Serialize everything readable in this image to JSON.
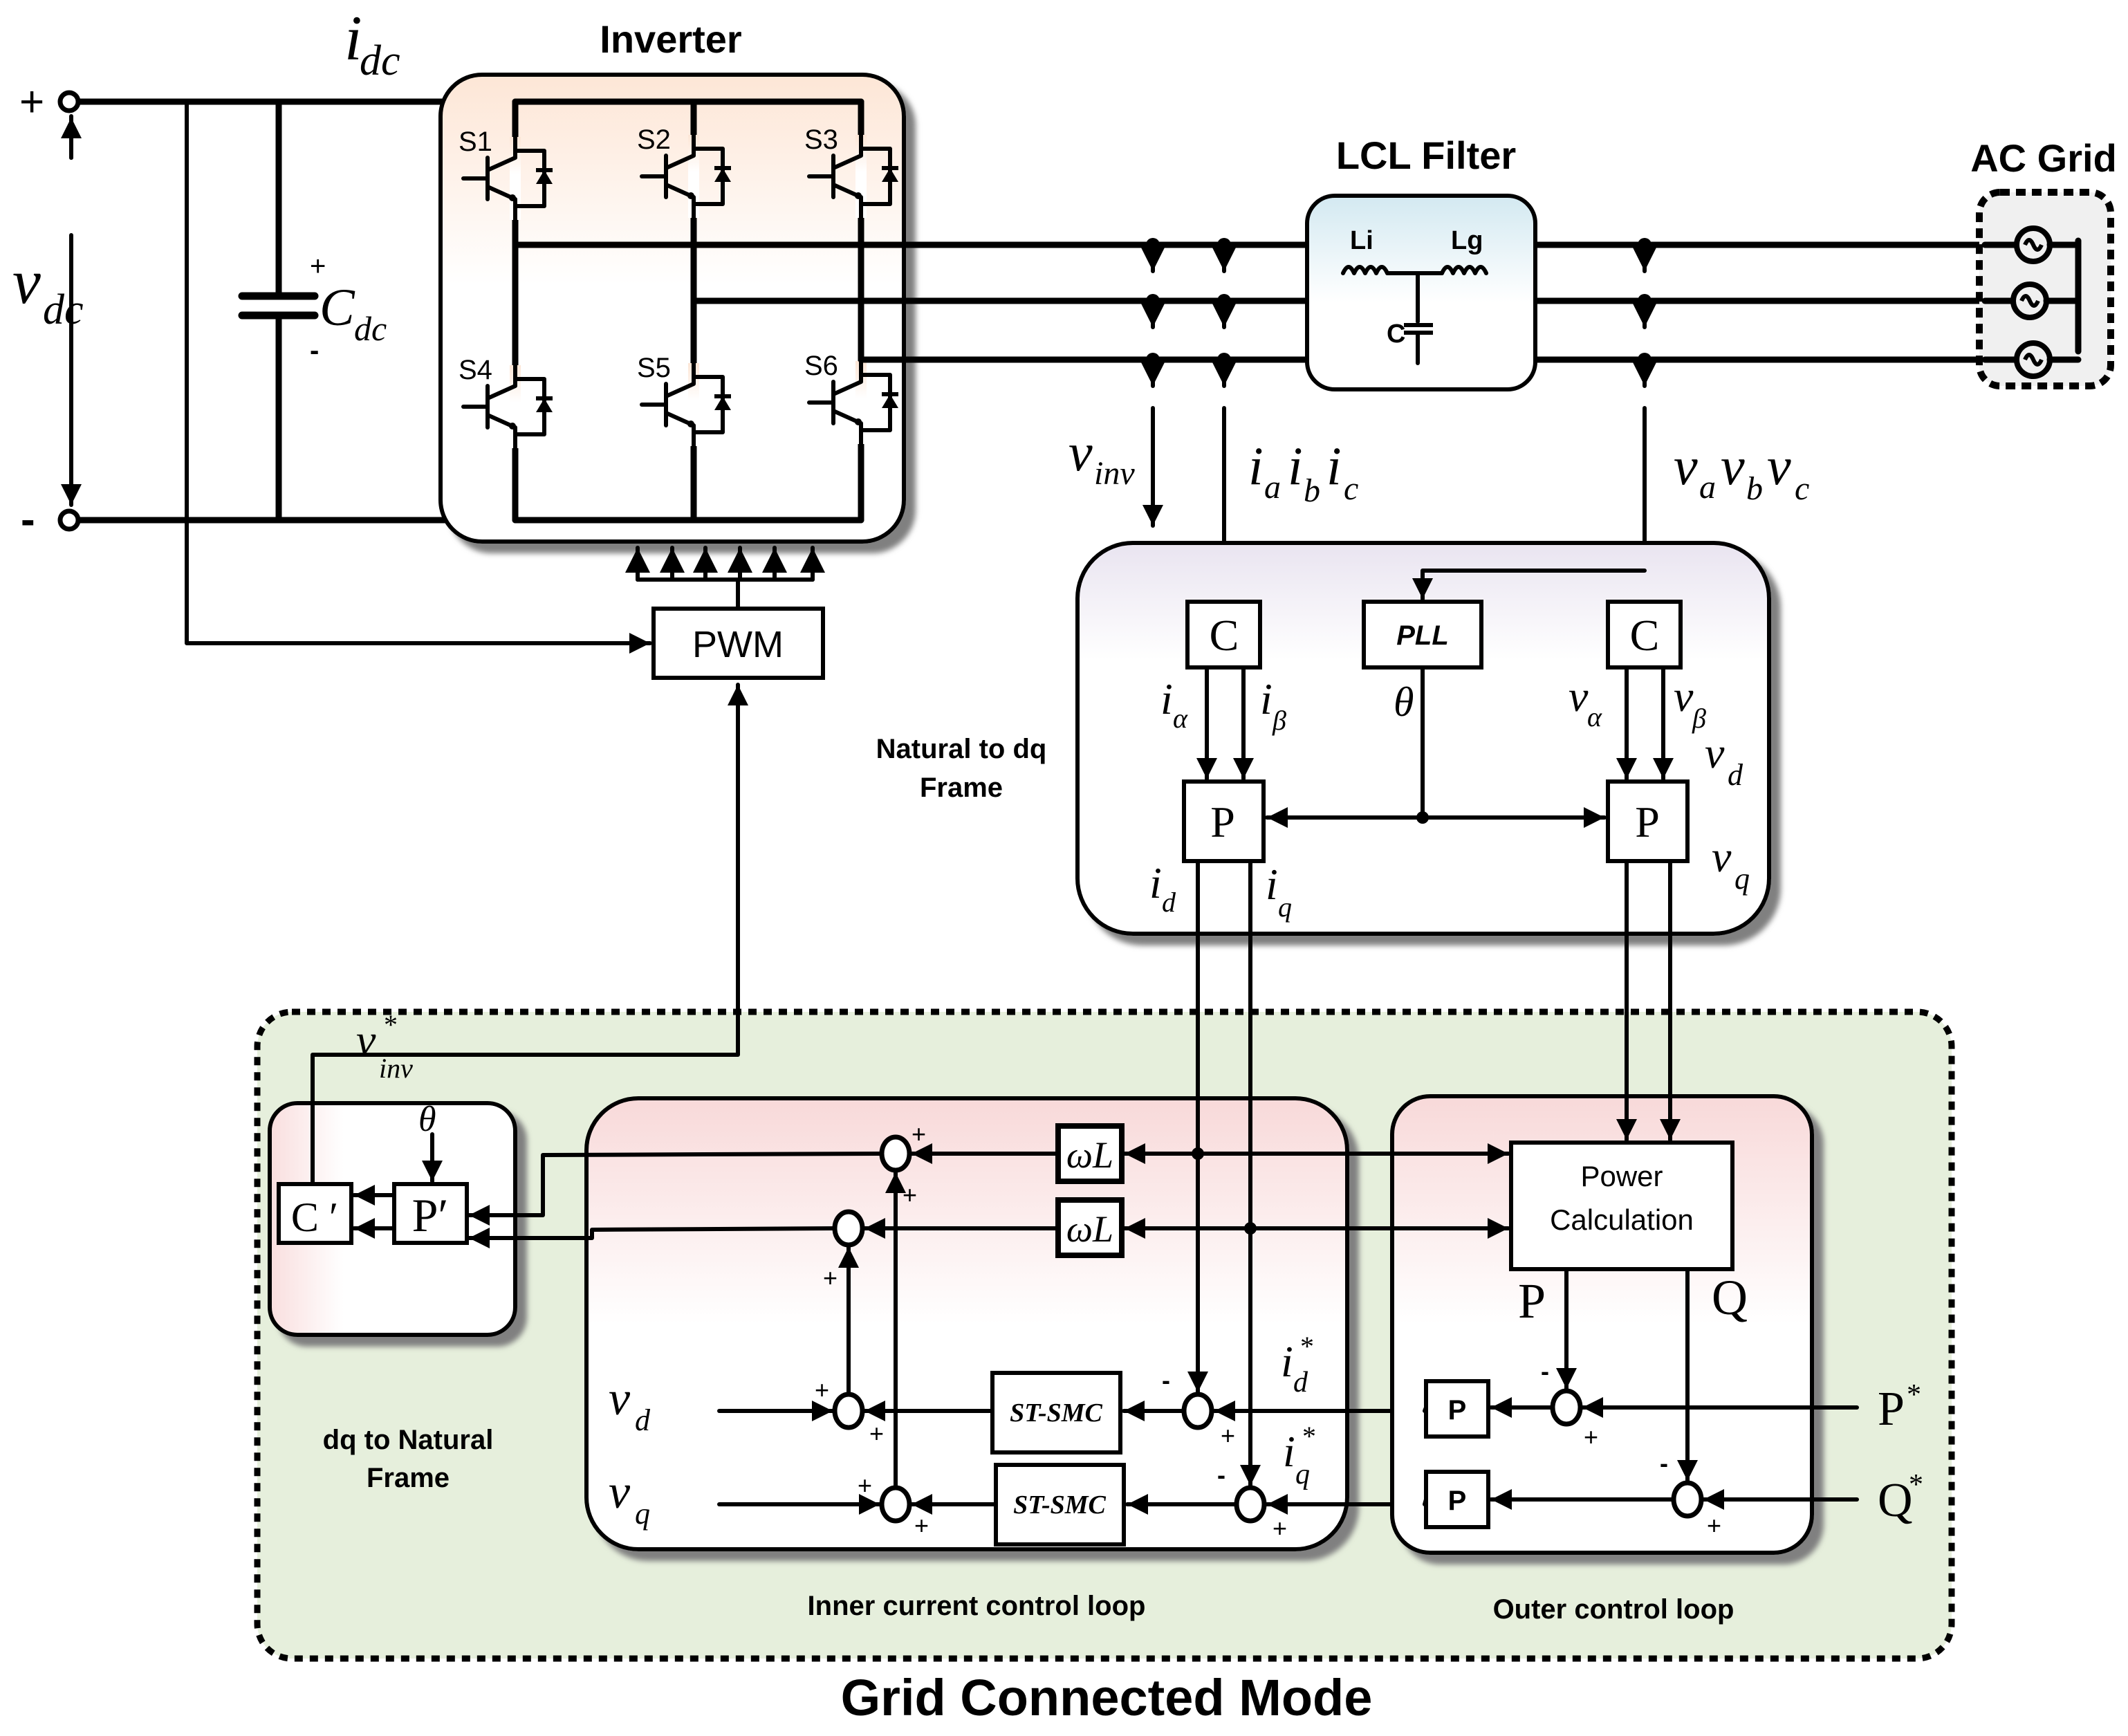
{
  "figure": {
    "title": "Grid Connected Mode",
    "dc_side": {
      "current_label": "i",
      "current_sub": "dc",
      "voltage_label": "v",
      "voltage_sub": "dc",
      "plus_terminal": "+",
      "minus_terminal": "-",
      "capacitor_label": "C",
      "capacitor_sub": "dc",
      "cap_plus": "+",
      "cap_minus": "-"
    },
    "inverter": {
      "title": "Inverter",
      "switches": [
        "S1",
        "S2",
        "S3",
        "S4",
        "S5",
        "S6"
      ],
      "fill_color": "#fde9dc"
    },
    "pwm": {
      "label": "PWM"
    },
    "lcl_filter": {
      "title": "LCL Filter",
      "inductor_inverter": "Li",
      "inductor_grid": "Lg",
      "capacitor": "C",
      "fill_color": "#d6ebf2"
    },
    "ac_grid": {
      "title": "AC Grid",
      "fill_color": "#f0f0f0"
    },
    "measurements": {
      "v_inv": {
        "main": "v",
        "sub": "inv"
      },
      "currents": [
        {
          "main": "i",
          "sub": "a"
        },
        {
          "main": "i",
          "sub": "b"
        },
        {
          "main": "i",
          "sub": "c"
        }
      ],
      "voltages": [
        {
          "main": "v",
          "sub": "a"
        },
        {
          "main": "v",
          "sub": "b"
        },
        {
          "main": "v",
          "sub": "c"
        }
      ]
    },
    "natural_to_dq": {
      "title_line1": "Natural to dq",
      "title_line2": "Frame",
      "clarke_i": "C",
      "clarke_v": "C",
      "pll": "PLL",
      "park_i": "P",
      "park_v": "P",
      "theta": "θ",
      "i_alpha": {
        "main": "i",
        "sub": "α"
      },
      "i_beta": {
        "main": "i",
        "sub": "β"
      },
      "v_alpha": {
        "main": "v",
        "sub": "α"
      },
      "v_beta": {
        "main": "v",
        "sub": "β"
      },
      "v_d": {
        "main": "v",
        "sub": "d"
      },
      "v_q": {
        "main": "v",
        "sub": "q"
      },
      "i_d": {
        "main": "i",
        "sub": "d"
      },
      "i_q": {
        "main": "i",
        "sub": "q"
      },
      "fill_color": "#ebe7f0"
    },
    "dq_to_natural": {
      "title_line1": "dq to Natural",
      "title_line2": "Frame",
      "inv_clarke": "C ′",
      "inv_park": "P′",
      "theta": "θ",
      "v_inv_ref": {
        "main": "v",
        "sub": "inv",
        "sup": "*"
      }
    },
    "inner_loop": {
      "title": "Inner current control loop",
      "decoupling_1": "ωL",
      "decoupling_2": "ωL",
      "controller_d": "ST-SMC",
      "controller_q": "ST-SMC",
      "v_d_in": {
        "main": "v",
        "sub": "d"
      },
      "v_q_in": {
        "main": "v",
        "sub": "q"
      },
      "i_d_ref": {
        "main": "i",
        "sub": "d",
        "sup": "*"
      },
      "i_q_ref": {
        "main": "i",
        "sub": "q",
        "sup": "*"
      },
      "signs": {
        "plus": "+",
        "minus": "-"
      },
      "fill_color": "#f9dcdc"
    },
    "outer_loop": {
      "title": "Outer control loop",
      "power_calc_line1": "Power",
      "power_calc_line2": "Calculation",
      "p_out": "P",
      "q_out": "Q",
      "controller_p": "P",
      "controller_q": "P",
      "p_ref": {
        "main": "P",
        "sup": "*"
      },
      "q_ref": {
        "main": "Q",
        "sup": "*"
      },
      "signs": {
        "plus": "+",
        "minus": "-"
      }
    },
    "grid_mode_panel_color": "#e6efdc"
  }
}
